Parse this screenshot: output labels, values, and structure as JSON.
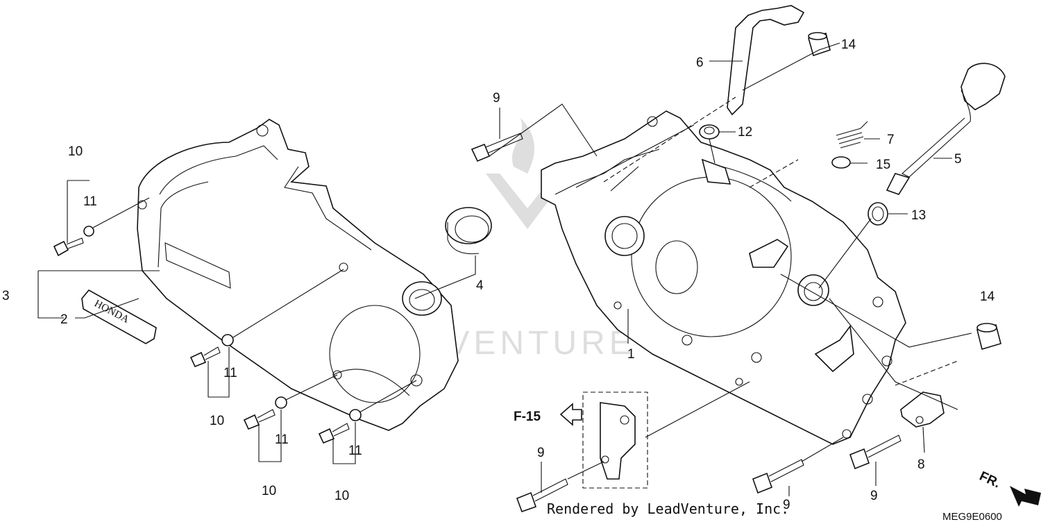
{
  "diagram": {
    "credit": "Rendered by LeadVenture, Inc.",
    "code": "MEG9E0600",
    "ref": "F-15",
    "direction": "FR.",
    "emblem_text": "HONDA",
    "watermark": "LEADVENTURE",
    "colors": {
      "line": "#111111",
      "watermark": "#dedede",
      "background": "#ffffff"
    }
  },
  "callouts": {
    "c1": "1",
    "c2": "2",
    "c3": "3",
    "c4": "4",
    "c5": "5",
    "c6": "6",
    "c7": "7",
    "c8": "8",
    "c9a": "9",
    "c9b": "9",
    "c9c": "9",
    "c9d": "9",
    "c10a": "10",
    "c10b": "10",
    "c10c": "10",
    "c10d": "10",
    "c11a": "11",
    "c11b": "11",
    "c11c": "11",
    "c11d": "11",
    "c12": "12",
    "c13": "13",
    "c14a": "14",
    "c14b": "14",
    "c15": "15"
  }
}
